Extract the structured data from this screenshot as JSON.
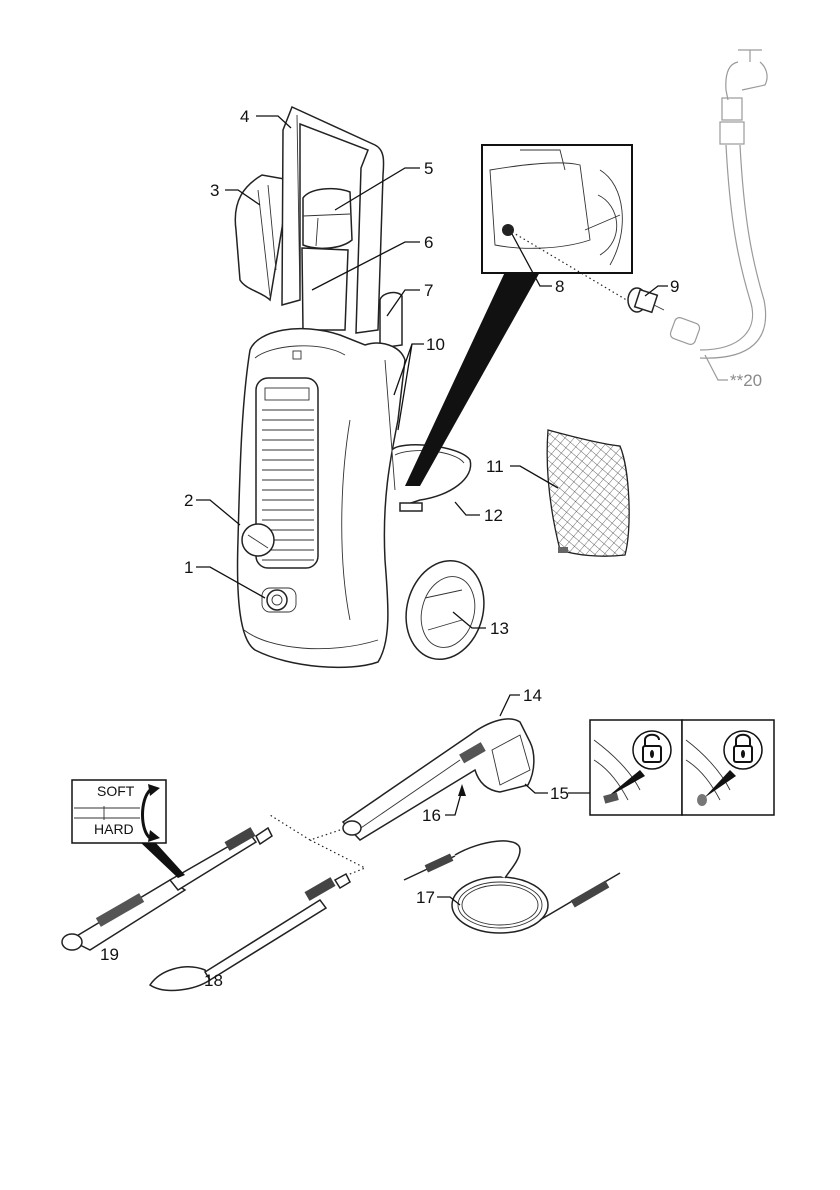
{
  "figure": {
    "subject": "pressure washer device overview",
    "callouts": [
      {
        "id": "1",
        "label": "1",
        "part": "high-pressure connection"
      },
      {
        "id": "2",
        "label": "2",
        "part": "device switch"
      },
      {
        "id": "3",
        "label": "3",
        "part": "hose holder"
      },
      {
        "id": "4",
        "label": "4",
        "part": "handle"
      },
      {
        "id": "5",
        "label": "5",
        "part": "trigger gun holder"
      },
      {
        "id": "6",
        "label": "6",
        "part": "handle column"
      },
      {
        "id": "7",
        "label": "7",
        "part": "spray lance holder"
      },
      {
        "id": "8",
        "label": "8",
        "part": "water connection"
      },
      {
        "id": "9",
        "label": "9",
        "part": "water connection coupling"
      },
      {
        "id": "10",
        "label": "10",
        "part": "cable hooks"
      },
      {
        "id": "11",
        "label": "11",
        "part": "accessory bag"
      },
      {
        "id": "12",
        "label": "12",
        "part": "power cable"
      },
      {
        "id": "13",
        "label": "13",
        "part": "wheel"
      },
      {
        "id": "14",
        "label": "14",
        "part": "trigger gun"
      },
      {
        "id": "15",
        "label": "15",
        "part": "trigger lock"
      },
      {
        "id": "16",
        "label": "16",
        "part": "release button"
      },
      {
        "id": "17",
        "label": "17",
        "part": "high-pressure hose"
      },
      {
        "id": "18",
        "label": "18",
        "part": "dirt blaster"
      },
      {
        "id": "19",
        "label": "19",
        "part": "vario power spray lance"
      },
      {
        "id": "20",
        "label": "**20",
        "part": "garden hose (optional)"
      }
    ],
    "inset_spray": {
      "soft_label": "SOFT",
      "hard_label": "HARD"
    },
    "inset_lock": {
      "left_state": "unlocked",
      "right_state": "locked"
    },
    "colors": {
      "line": "#111111",
      "optional_part": "#8a8a8a",
      "background": "#ffffff"
    }
  }
}
